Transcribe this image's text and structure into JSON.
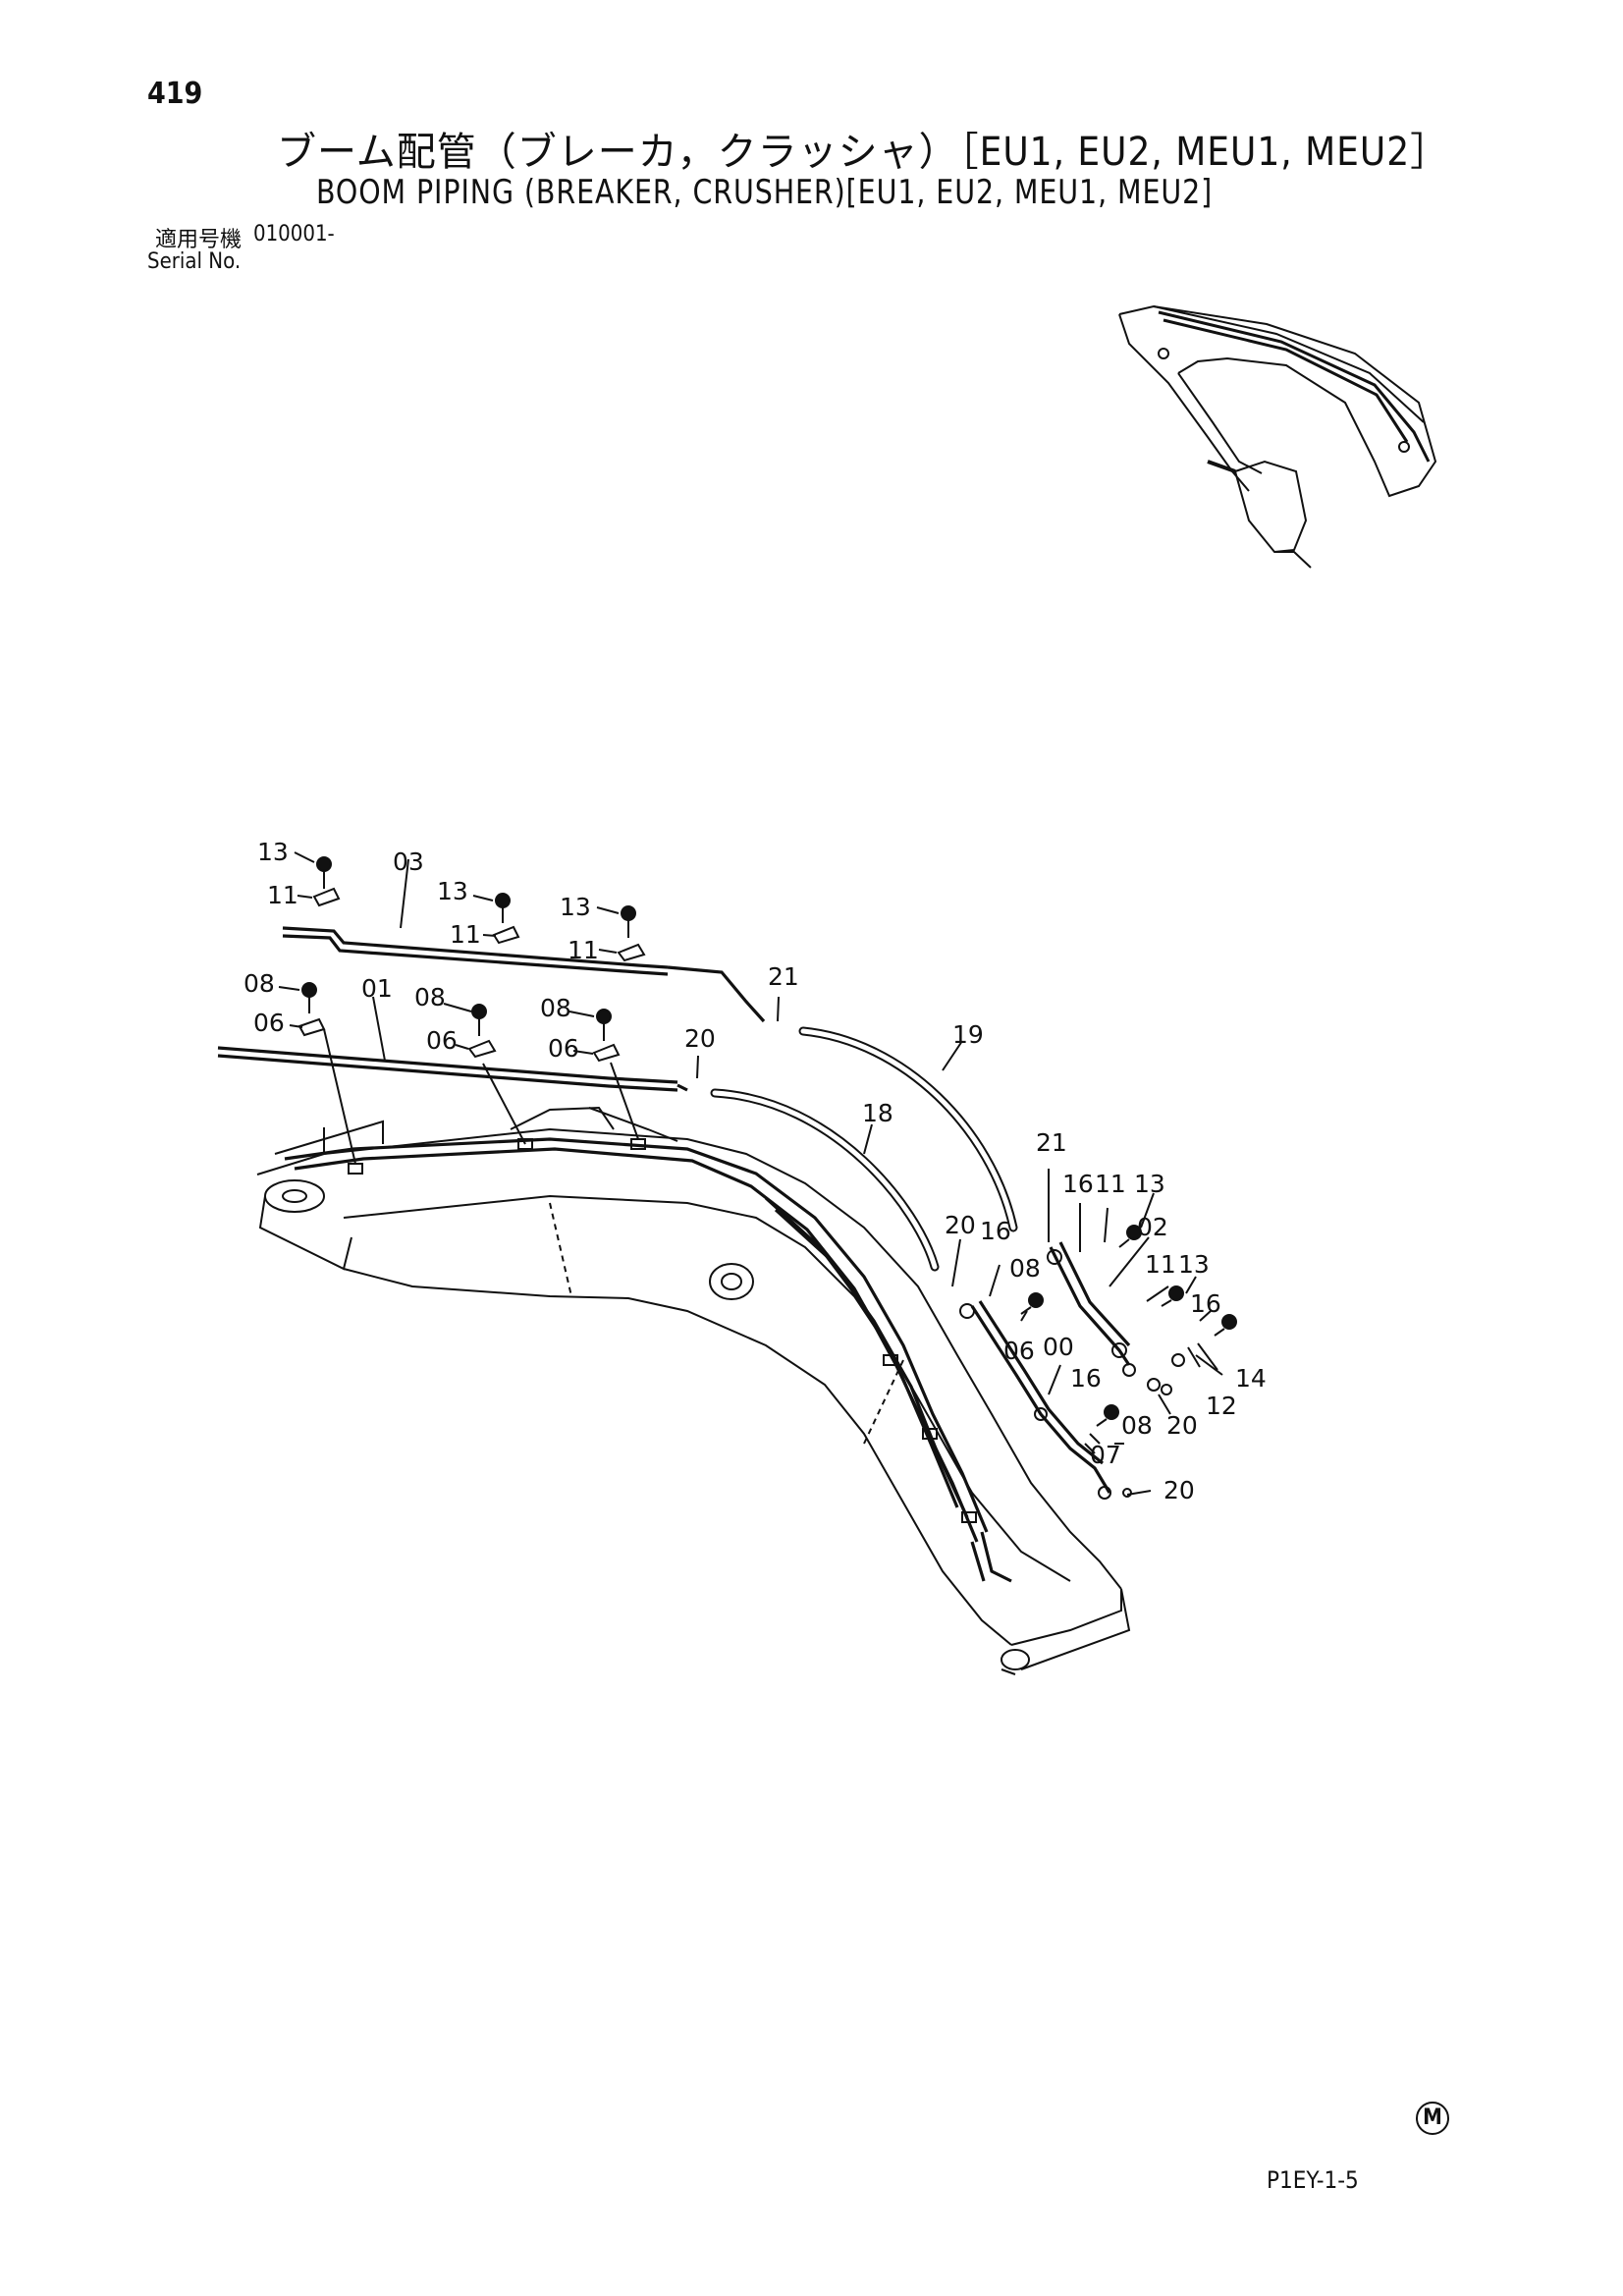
{
  "header": {
    "page_number": "419",
    "title_jp": "ブーム配管（ブレーカ，クラッシャ）［EU1, EU2, MEU1, MEU2］",
    "title_en": "BOOM PIPING (BREAKER, CRUSHER)[EU1, EU2, MEU1, MEU2]",
    "serial_label_jp": "適用号機",
    "serial_value": "010001-",
    "serial_label_en": "Serial No."
  },
  "diagram": {
    "callouts": [
      {
        "id": "c13a",
        "text": "13"
      },
      {
        "id": "c11a",
        "text": "11"
      },
      {
        "id": "c03",
        "text": "03"
      },
      {
        "id": "c13b",
        "text": "13"
      },
      {
        "id": "c11b",
        "text": "11"
      },
      {
        "id": "c13c",
        "text": "13"
      },
      {
        "id": "c11c",
        "text": "11"
      },
      {
        "id": "c08a",
        "text": "08"
      },
      {
        "id": "c01",
        "text": "01"
      },
      {
        "id": "c06a",
        "text": "06"
      },
      {
        "id": "c08b",
        "text": "08"
      },
      {
        "id": "c06b",
        "text": "06"
      },
      {
        "id": "c08c",
        "text": "08"
      },
      {
        "id": "c06c",
        "text": "06"
      },
      {
        "id": "c21a",
        "text": "21"
      },
      {
        "id": "c20a",
        "text": "20"
      },
      {
        "id": "c19",
        "text": "19"
      },
      {
        "id": "c18",
        "text": "18"
      },
      {
        "id": "c21b",
        "text": "21"
      },
      {
        "id": "c16a",
        "text": "16"
      },
      {
        "id": "c11d",
        "text": "11"
      },
      {
        "id": "c13d",
        "text": "13"
      },
      {
        "id": "c02",
        "text": "02"
      },
      {
        "id": "c20b",
        "text": "20"
      },
      {
        "id": "c16b",
        "text": "16"
      },
      {
        "id": "c08d",
        "text": "08"
      },
      {
        "id": "c11e",
        "text": "11"
      },
      {
        "id": "c13e",
        "text": "13"
      },
      {
        "id": "c16c",
        "text": "16"
      },
      {
        "id": "c06d",
        "text": "06"
      },
      {
        "id": "c00",
        "text": "00"
      },
      {
        "id": "c14",
        "text": "14"
      },
      {
        "id": "c16d",
        "text": "16"
      },
      {
        "id": "c12",
        "text": "12"
      },
      {
        "id": "c08e",
        "text": "08"
      },
      {
        "id": "c20c",
        "text": "20"
      },
      {
        "id": "c07",
        "text": "07"
      },
      {
        "id": "c20d",
        "text": "20"
      }
    ]
  },
  "footer": {
    "marking": "M",
    "page_code": "P1EY-1-5"
  }
}
